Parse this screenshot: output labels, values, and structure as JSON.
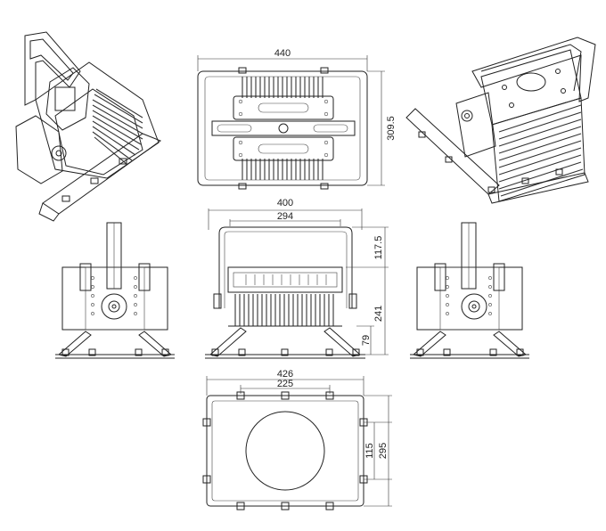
{
  "dimensions": {
    "front_width": "440",
    "front_height": "309.5",
    "side_width": "400",
    "side_inner_width": "294",
    "bracket_height": "117.5",
    "body_height": "241",
    "base_height": "79",
    "bottom_width": "426",
    "bottom_inner_width": "225",
    "bottom_circle_dim": "115",
    "bottom_height": "295"
  }
}
